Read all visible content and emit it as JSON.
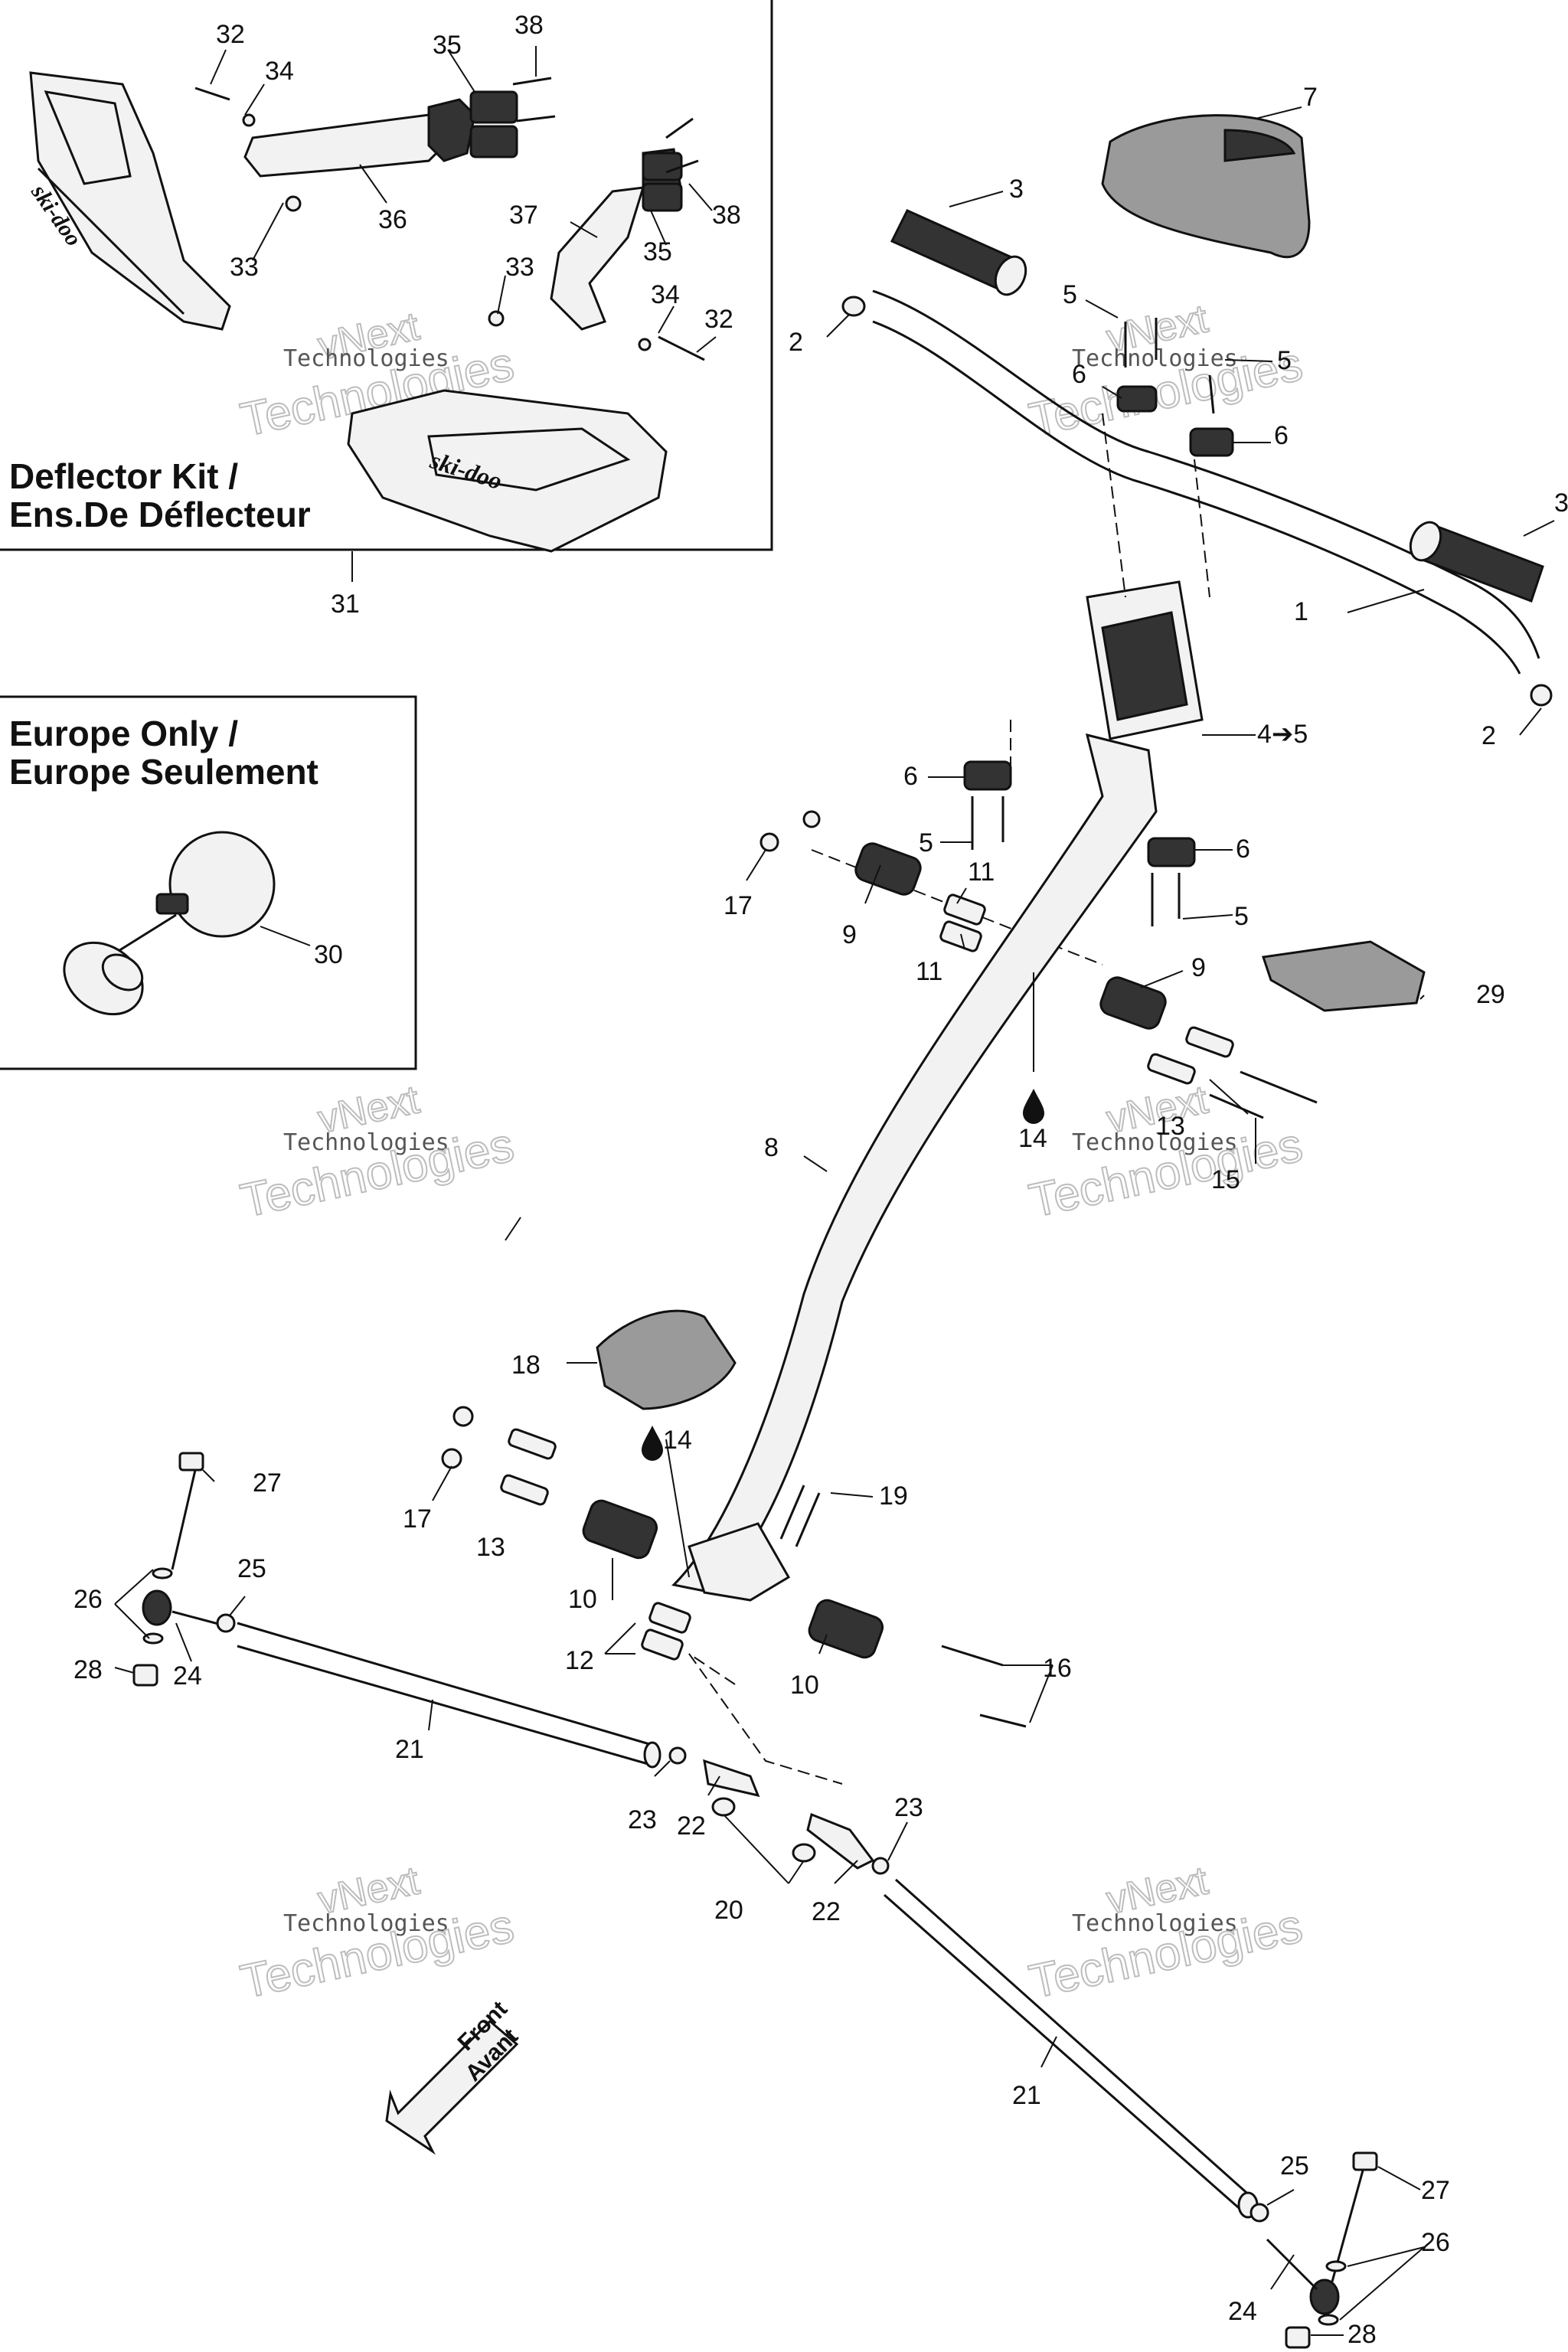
{
  "insets": {
    "deflector_kit": {
      "title_line1": "Deflector Kit /",
      "title_line2": "Ens.De Déflecteur"
    },
    "europe_only": {
      "title_line1": "Europe Only /",
      "title_line2": "Europe Seulement"
    }
  },
  "brand_marks": {
    "deflector_logo": "ski-doo"
  },
  "direction_arrow": {
    "line1": "Front",
    "line2": "Avant"
  },
  "watermark": {
    "line1": "vNext",
    "line2": "Technologies",
    "big": "Technologies"
  },
  "symbols": {
    "drop_icon": "oil-drop-icon"
  },
  "callouts": {
    "c1": "1",
    "c2a": "2",
    "c2b": "2",
    "c3a": "3",
    "c3b": "3",
    "c4": "4➔5",
    "c5a": "5",
    "c5b": "5",
    "c5c": "5",
    "c5d": "5",
    "c6a": "6",
    "c6b": "6",
    "c6c": "6",
    "c6d": "6",
    "c7": "7",
    "c8": "8",
    "c9a": "9",
    "c9b": "9",
    "c10a": "10",
    "c10b": "10",
    "c11a": "11",
    "c11b": "11",
    "c12": "12",
    "c13a": "13",
    "c13b": "13",
    "c14a": "14",
    "c14b": "14",
    "c15": "15",
    "c16": "16",
    "c17a": "17",
    "c17b": "17",
    "c18": "18",
    "c19": "19",
    "c20": "20",
    "c21a": "21",
    "c21b": "21",
    "c22a": "22",
    "c22b": "22",
    "c23a": "23",
    "c23b": "23",
    "c24a": "24",
    "c24b": "24",
    "c25a": "25",
    "c25b": "25",
    "c26a": "26",
    "c26b": "26",
    "c27a": "27",
    "c27b": "27",
    "c28a": "28",
    "c28b": "28",
    "c29": "29",
    "c30": "30",
    "c31": "31",
    "c32a": "32",
    "c32b": "32",
    "c33a": "33",
    "c33b": "33",
    "c34a": "34",
    "c34b": "34",
    "c35a": "35",
    "c35b": "35",
    "c36": "36",
    "c37": "37",
    "c38a": "38",
    "c38b": "38"
  }
}
